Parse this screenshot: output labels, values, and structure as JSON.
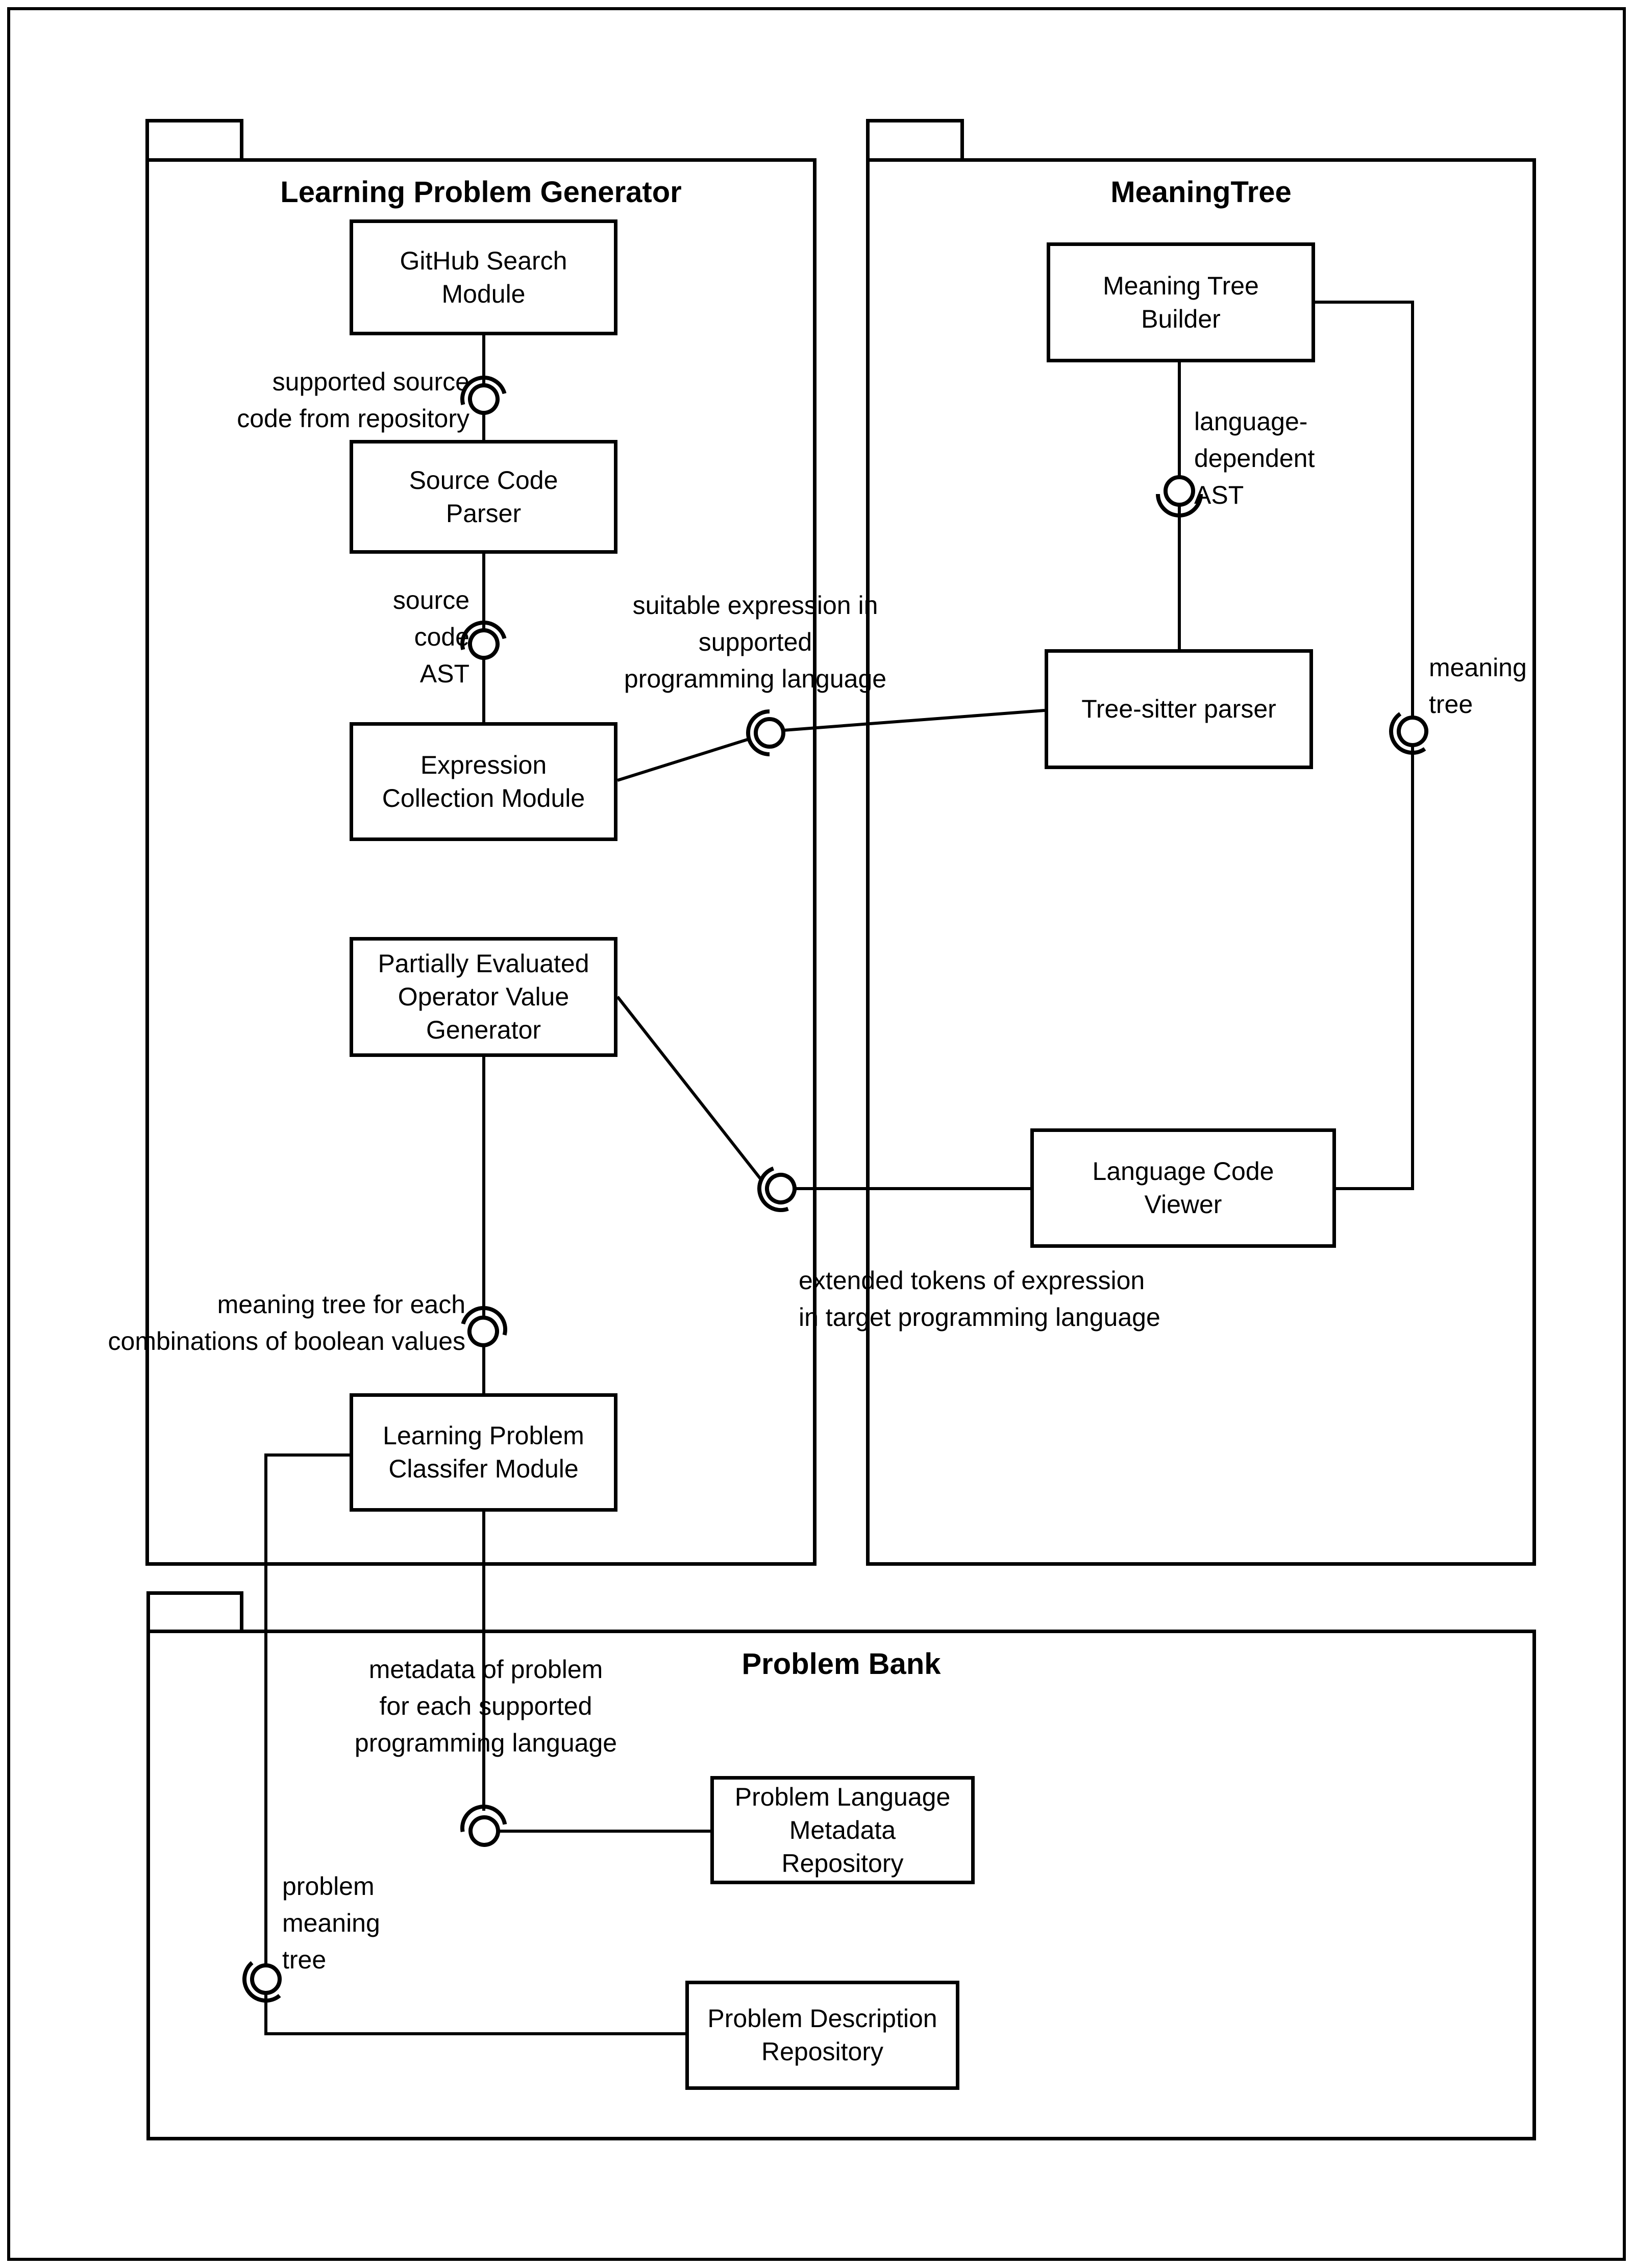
{
  "packages": {
    "learning_problem_generator": {
      "title": "Learning Problem Generator"
    },
    "meaning_tree": {
      "title": "MeaningTree"
    },
    "problem_bank": {
      "title": "Problem Bank"
    }
  },
  "components": {
    "github_search": {
      "label": "GitHub Search\nModule"
    },
    "source_code_parser": {
      "label": "Source Code\nParser"
    },
    "expression_collection": {
      "label": "Expression\nCollection Module"
    },
    "operator_value_generator": {
      "label": "Partially Evaluated\nOperator Value\nGenerator"
    },
    "problem_classifier": {
      "label": "Learning Problem\nClassifer Module"
    },
    "meaning_tree_builder": {
      "label": "Meaning Tree\nBuilder"
    },
    "tree_sitter_parser": {
      "label": "Tree-sitter parser"
    },
    "language_code_viewer": {
      "label": "Language Code\nViewer"
    },
    "problem_language_metadata_repository": {
      "label": "Problem Language\nMetadata\nRepository"
    },
    "problem_description_repository": {
      "label": "Problem Description\nRepository"
    }
  },
  "interface_labels": {
    "supported_source_code": "supported source\ncode from repository",
    "source_code_ast": "source\ncode\nAST",
    "suitable_expression": "suitable expression in\nsupported\nprogramming language",
    "language_dependent_ast": "language-\ndependent\nAST",
    "meaning_tree": "meaning\ntree",
    "extended_tokens": "extended tokens of expression\nin target programming language",
    "meaning_tree_combinations": "meaning tree for each\ncombinations of boolean values",
    "problem_metadata": "metadata of problem\nfor each supported\nprogramming language",
    "problem_meaning_tree": "problem\nmeaning\ntree"
  },
  "colors": {
    "stroke": "#000000",
    "background": "#ffffff"
  }
}
